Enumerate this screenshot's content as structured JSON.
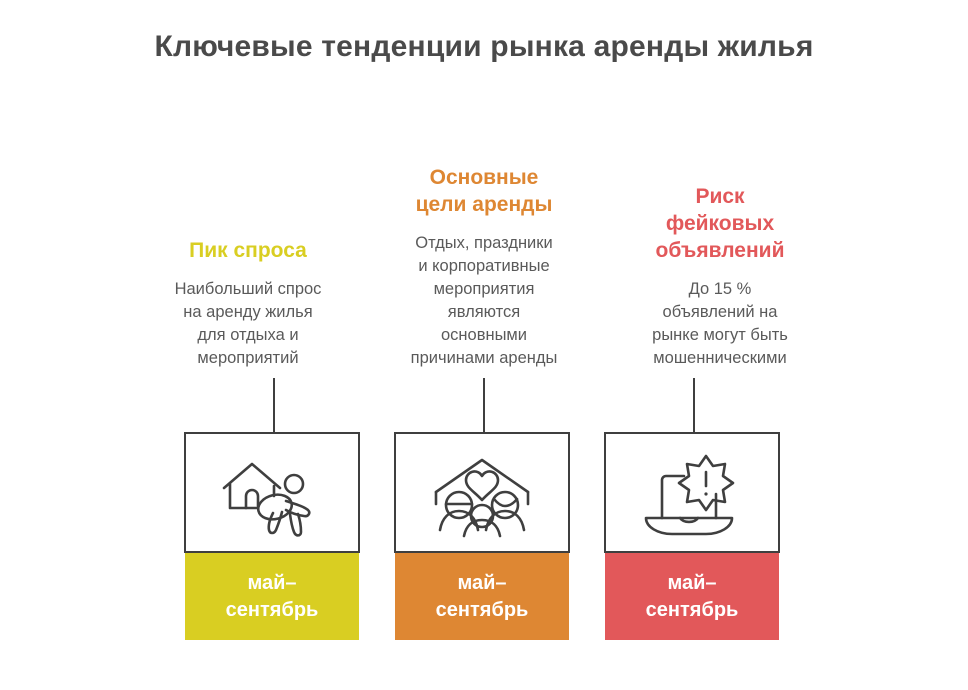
{
  "title": "Ключевые тенденции рынка аренды жилья",
  "colors": {
    "title_text": "#4a4a4a",
    "body_text": "#5a5a5a",
    "stroke": "#3f3f3f",
    "yellow": "#D9CE22",
    "orange": "#DE8733",
    "red": "#E2585A",
    "label_text": "#ffffff"
  },
  "columns": [
    {
      "heading": "Пик спроса",
      "heading_color": "#D9CE22",
      "body": "Наибольший спрос\nна аренду жилья\nдля отдыха и\nмероприятий",
      "icon": "house-with-person-icon",
      "period_label": "май–\nсентябрь",
      "bar_color": "#D9CE22"
    },
    {
      "heading": "Основные\nцели аренды",
      "heading_color": "#DE8733",
      "body": "Отдых, праздники\nи корпоративные\nмероприятия\nявляются\nосновными\nпричинами аренды",
      "icon": "family-house-heart-icon",
      "period_label": "май–\nсентябрь",
      "bar_color": "#DE8733"
    },
    {
      "heading": "Риск\nфейковых\nобъявлений",
      "heading_color": "#E2585A",
      "body": "До 15 %\nобъявлений на\nрынке могут быть\nмошенническими",
      "icon": "laptop-warning-alert-icon",
      "period_label": "май–\nсентябрь",
      "bar_color": "#E2585A"
    }
  ]
}
